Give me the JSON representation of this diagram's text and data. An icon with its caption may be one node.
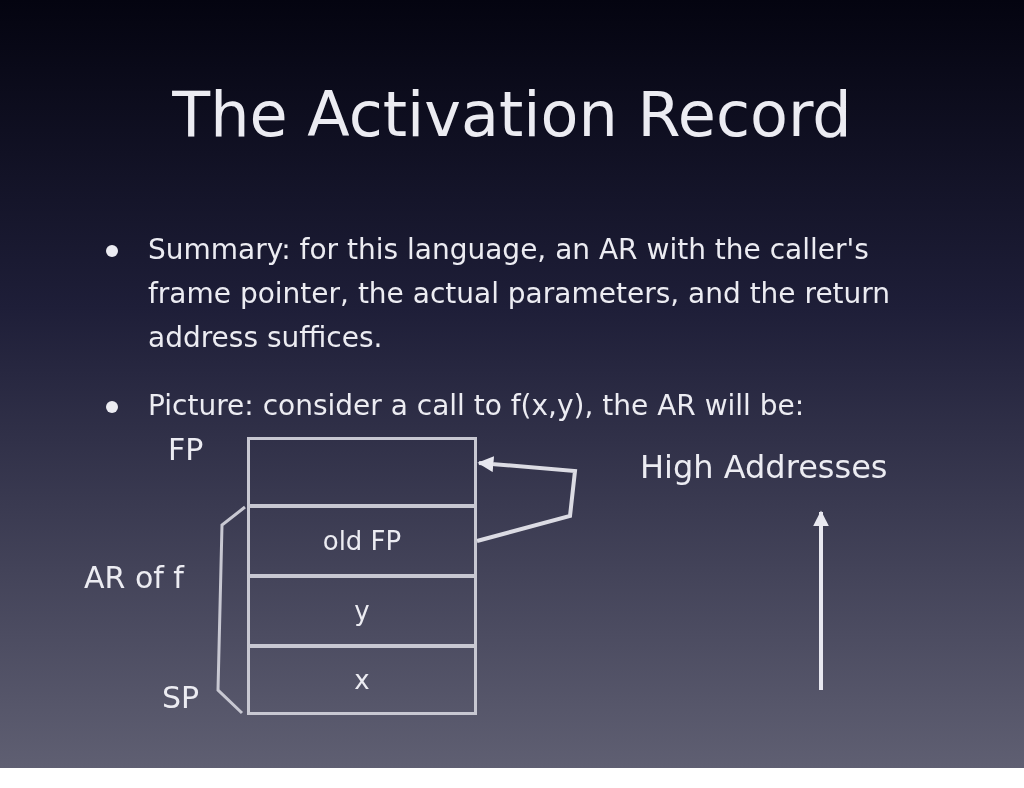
{
  "diagram": {
    "title": "The Activation Record",
    "nodes": [
      {
        "text": [],
        "shape": "box"
      },
      {
        "text": [
          "old FP"
        ]
      },
      {
        "text": [
          "y"
        ]
      },
      {
        "text": [
          "x"
        ]
      }
    ],
    "edges": [
      {
        "from": 1,
        "to": 0,
        "arrow": "to"
      }
    ],
    "labels": [
      "Summary: for this language, an AR with the caller's frame pointer, the actual parameters, and the return address suffices.",
      "Picture: consider a call to f(x,y), the AR will be:",
      "FP",
      "High Addresses",
      "AR of f",
      "SP"
    ]
  }
}
